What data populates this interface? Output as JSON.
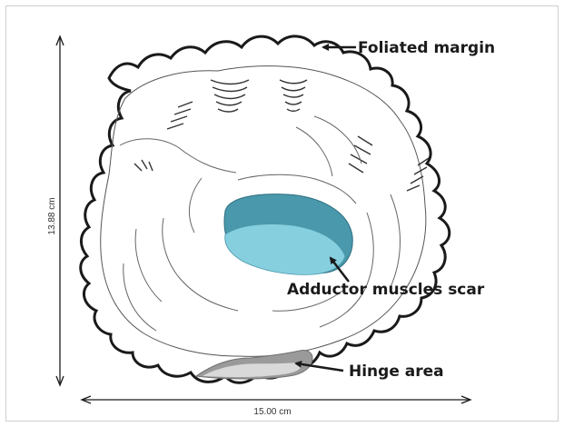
{
  "labels": {
    "foliated_margin": "Foliated margin",
    "adductor_scar": "Adductor muscles scar",
    "hinge_area": "Hinge area"
  },
  "dimensions": {
    "height": "13.88 cm",
    "width": "15.00 cm"
  },
  "colors": {
    "scar_dark": "#4a98ab",
    "scar_light": "#86cfdf",
    "hinge_dark": "#9a9a9a",
    "hinge_light": "#d9d9d9",
    "outline": "#1a1a1a"
  }
}
